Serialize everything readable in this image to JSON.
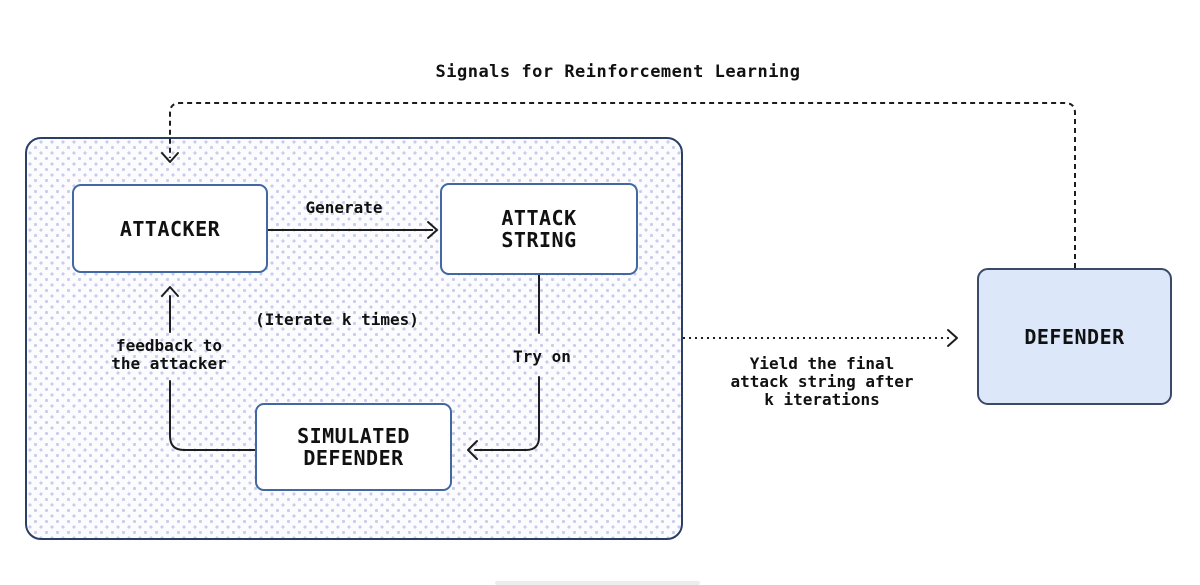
{
  "title": "Signals for Reinforcement Learning",
  "colors": {
    "outer_border": "#2b3f66",
    "node_border": "#4168a2",
    "node_fill": "#ffffff",
    "defender_fill": "#dce8fa",
    "defender_border": "#3a4a68",
    "dot": "#c7cdeb",
    "line": "#1d1d1d",
    "text": "#111111",
    "bottom_bar": "#ededed"
  },
  "nodes": {
    "attacker": {
      "label": "ATTACKER"
    },
    "attack_string": {
      "line1": "ATTACK",
      "line2": "STRING"
    },
    "simulated_defender": {
      "line1": "SIMULATED",
      "line2": "DEFENDER"
    },
    "defender": {
      "label": "DEFENDER"
    }
  },
  "labels": {
    "generate": "Generate",
    "iterate": "(Iterate k times)",
    "feedback_line1": "feedback to",
    "feedback_line2": "the attacker",
    "try_on": "Try on",
    "yield_line1": "Yield the final",
    "yield_line2": "attack string after",
    "yield_line3": "k iterations"
  }
}
